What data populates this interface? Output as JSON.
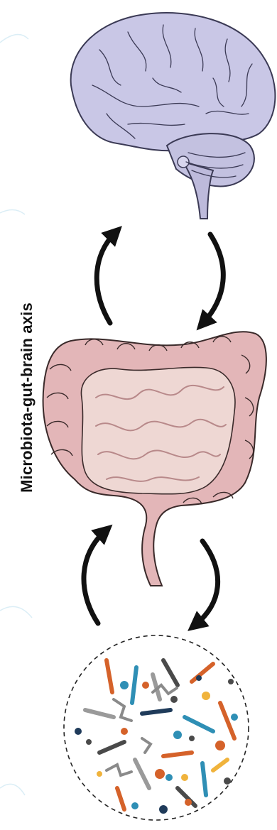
{
  "figure": {
    "axis_label": "Microbiota-gut-brain axis",
    "nodes": [
      {
        "id": "brain",
        "icon": "brain-icon"
      },
      {
        "id": "gut",
        "icon": "intestine-icon"
      },
      {
        "id": "microbiota",
        "icon": "microbe-cluster-icon"
      }
    ],
    "arrows": [
      {
        "from": "gut",
        "to": "brain"
      },
      {
        "from": "brain",
        "to": "gut"
      },
      {
        "from": "microbiota",
        "to": "gut"
      },
      {
        "from": "gut",
        "to": "microbiota"
      }
    ],
    "colors": {
      "brain": "#c9c7e6",
      "brain_outline": "#3b3a55",
      "gut": "#e3b6b8",
      "gut_inner": "#eed7d3",
      "arrow": "#111111",
      "microbes": [
        "#d5622a",
        "#2f8fb5",
        "#4a4a4a",
        "#9a9a9a",
        "#f0b33c",
        "#1f3b5a"
      ]
    }
  }
}
